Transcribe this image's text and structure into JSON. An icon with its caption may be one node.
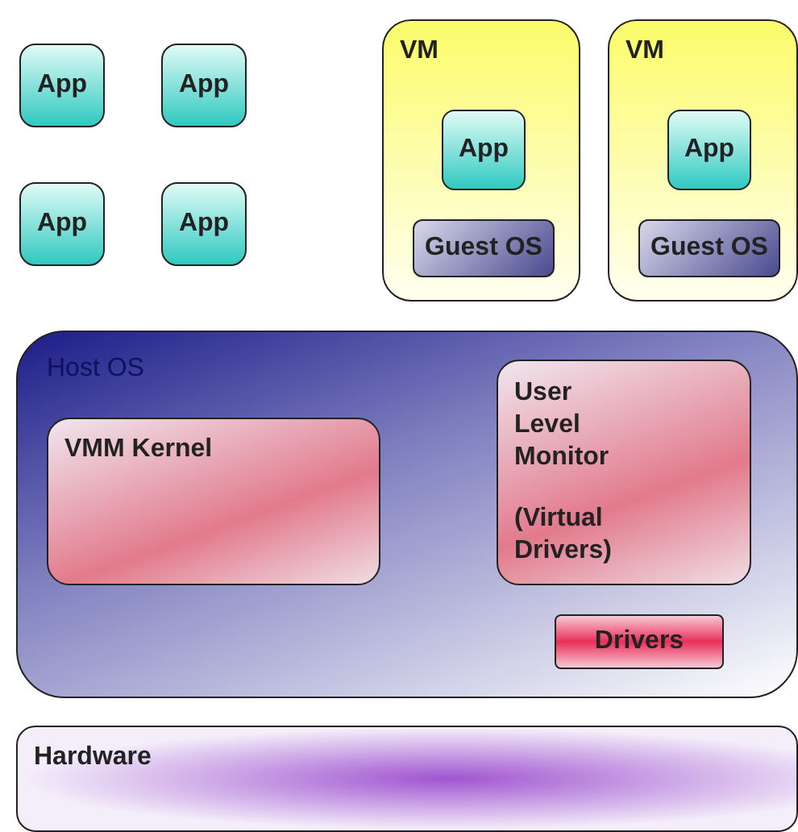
{
  "diagram": {
    "nodes": [
      {
        "text": [
          "App"
        ]
      },
      {
        "text": [
          "App"
        ]
      },
      {
        "text": [
          "App"
        ]
      },
      {
        "text": [
          "App"
        ]
      },
      {
        "text": [
          "VM"
        ]
      },
      {
        "text": [
          "App"
        ],
        "in": 4
      },
      {
        "text": [
          "Guest OS"
        ],
        "in": 4
      },
      {
        "text": [
          "VM"
        ]
      },
      {
        "text": [
          "App"
        ],
        "in": 7
      },
      {
        "text": [
          "Guest OS"
        ],
        "in": 7
      },
      {
        "text": [
          "Host OS"
        ]
      },
      {
        "text": [
          "VMM Kernel"
        ],
        "in": 10
      },
      {
        "text": [
          "User Level Monitor",
          "(Virtual Drivers)"
        ],
        "in": 10
      },
      {
        "text": [
          "Drivers"
        ],
        "in": 10
      },
      {
        "text": [
          "Hardware"
        ]
      }
    ]
  }
}
